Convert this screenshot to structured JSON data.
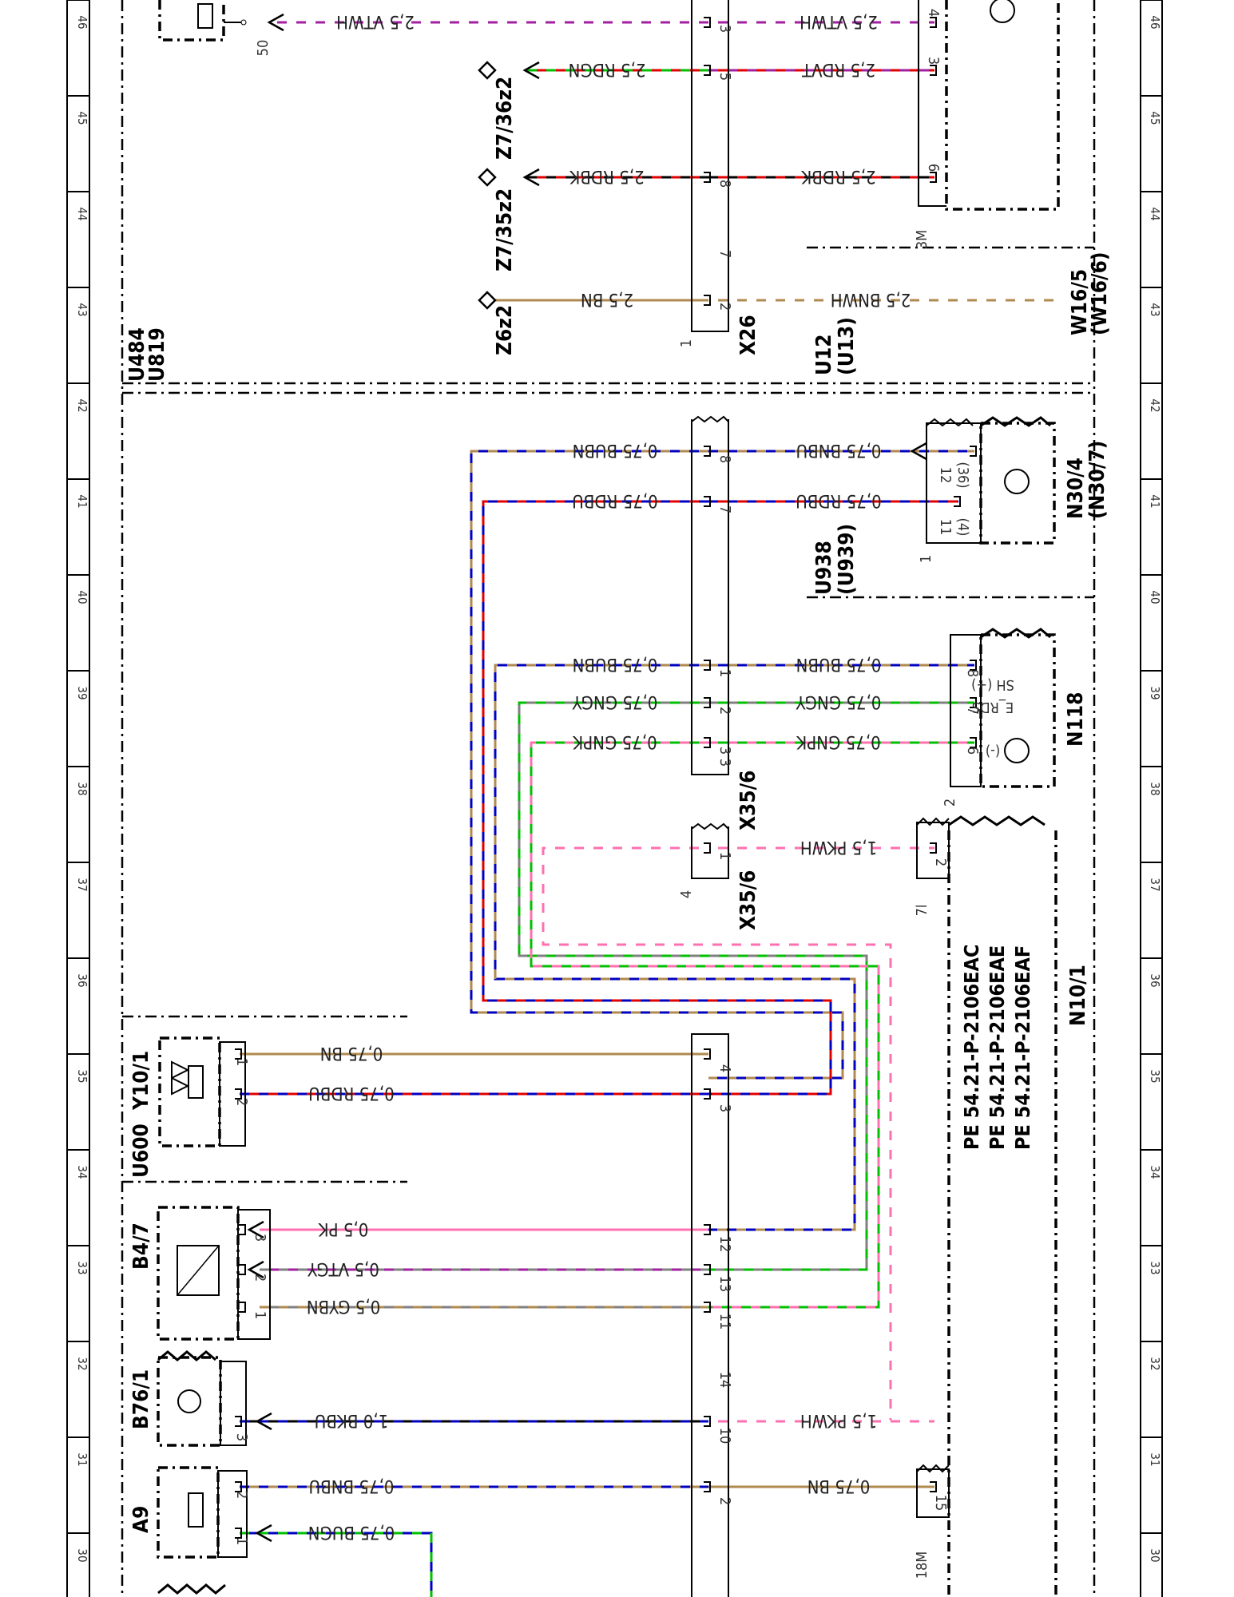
{
  "grid_numbers": [
    "46",
    "45",
    "44",
    "43",
    "42",
    "41",
    "40",
    "39",
    "38",
    "37",
    "36",
    "35",
    "34",
    "33",
    "32",
    "31",
    "30"
  ],
  "components": {
    "u484": "U484",
    "u819": "U819",
    "u12": "U12",
    "u13": "(U13)",
    "w16_5": "W16/5",
    "w16_6": "(W16/6)",
    "x26": "X26",
    "z6z2": "Z6z2",
    "z7_35z2": "Z7/35z2",
    "z7_36z2": "Z7/36z2",
    "u938": "U938",
    "u939": "(U939)",
    "n30_4": "N30/4",
    "n30_7": "(N30/7)",
    "n118": "N118",
    "x35_6_a": "X35/6",
    "x35_6_b": "X35/6",
    "n10_1": "N10/1",
    "u600": "U600",
    "y10_1": "Y10/1",
    "b4_7": "B4/7",
    "b76_1": "B76/1",
    "a9": "A9"
  },
  "pe_refs": [
    "PE 54.21-P-2106EAC",
    "PE 54.21-P-2106EAE",
    "PE 54.21-P-2106EAF"
  ],
  "pin_labels": {
    "n118_sh": "SH (+)",
    "n118_rds": "E_RDS",
    "n118_neg": "(-)",
    "n30_12": "12",
    "n30_36": "(36)",
    "n30_11": "11",
    "n30_4": "(4)",
    "code_50": "50",
    "code_3m": "3M",
    "code_7l": "7l",
    "code_18m": "18M",
    "num_1a": "1",
    "num_1b": "1",
    "num_2": "2",
    "num_4": "4"
  },
  "wires": [
    {
      "label": "2,5 VTWH",
      "colors": [
        "#a020a0",
        "#ffffff"
      ]
    },
    {
      "label": "2,5 VTWH",
      "colors": [
        "#a020a0",
        "#ffffff"
      ]
    },
    {
      "label": "2,5 RDGN",
      "colors": [
        "#e00000",
        "#00c000"
      ]
    },
    {
      "label": "2,5 RDVT",
      "colors": [
        "#e00000",
        "#a020a0"
      ]
    },
    {
      "label": "2,5 RDBK",
      "colors": [
        "#e00000",
        "#000000"
      ]
    },
    {
      "label": "2,5 RDBK",
      "colors": [
        "#e00000",
        "#000000"
      ]
    },
    {
      "label": "2,5 BN",
      "colors": [
        "#b08a50",
        "#b08a50"
      ]
    },
    {
      "label": "2,5 BNWH",
      "colors": [
        "#b08a50",
        "#ffffff"
      ]
    },
    {
      "label": "0,75 BUBN",
      "colors": [
        "#0000c0",
        "#b08a50"
      ]
    },
    {
      "label": "0,75 BNBU",
      "colors": [
        "#b08a50",
        "#0000c0"
      ]
    },
    {
      "label": "0,75 RDBU",
      "colors": [
        "#e00000",
        "#0000c0"
      ]
    },
    {
      "label": "0,75 RDBU",
      "colors": [
        "#e00000",
        "#0000c0"
      ]
    },
    {
      "label": "0,75 BUBN",
      "colors": [
        "#0000c0",
        "#b08a50"
      ]
    },
    {
      "label": "0,75 BUBN",
      "colors": [
        "#0000c0",
        "#b08a50"
      ]
    },
    {
      "label": "0,75 GNGY",
      "colors": [
        "#00c000",
        "#808080"
      ]
    },
    {
      "label": "0,75 GNGY",
      "colors": [
        "#00c000",
        "#808080"
      ]
    },
    {
      "label": "0,75 GNPK",
      "colors": [
        "#00c000",
        "#ff70b0"
      ]
    },
    {
      "label": "0,75 GNPK",
      "colors": [
        "#00c000",
        "#ff70b0"
      ]
    },
    {
      "label": "1,5 PKWH",
      "colors": [
        "#ff70b0",
        "#ffffff"
      ]
    },
    {
      "label": "0,75 BN",
      "colors": [
        "#b08a50",
        "#b08a50"
      ]
    },
    {
      "label": "0,75 RDBU",
      "colors": [
        "#e00000",
        "#0000c0"
      ]
    },
    {
      "label": "0,5 PK",
      "colors": [
        "#ff70b0",
        "#ff70b0"
      ]
    },
    {
      "label": "0,5 VTGY",
      "colors": [
        "#a020a0",
        "#808080"
      ]
    },
    {
      "label": "0,5 GYBN",
      "colors": [
        "#808080",
        "#b08a50"
      ]
    },
    {
      "label": "1,0 BKBU",
      "colors": [
        "#000000",
        "#0000c0"
      ]
    },
    {
      "label": "1,5 PKWH",
      "colors": [
        "#ff70b0",
        "#ffffff"
      ]
    },
    {
      "label": "0,75 BNBU",
      "colors": [
        "#b08a50",
        "#0000c0"
      ]
    },
    {
      "label": "0,75 BN",
      "colors": [
        "#b08a50",
        "#b08a50"
      ]
    },
    {
      "label": "0,75 BUGN",
      "colors": [
        "#0000c0",
        "#00c000"
      ]
    }
  ],
  "pins": {
    "x26": [
      "3",
      "5",
      "8",
      "7",
      "2"
    ],
    "u12": [
      "4",
      "3",
      "6"
    ],
    "x35_6": [
      "8",
      "7",
      "1",
      "2",
      "3",
      "3"
    ],
    "x35_6b": [
      "1"
    ],
    "n10_1": [
      "2",
      "15"
    ],
    "lower_conn": [
      "4",
      "3",
      "12",
      "13",
      "11",
      "14",
      "10",
      "2"
    ],
    "n118": [
      "8",
      "7",
      "6"
    ],
    "y10_1": [
      "1",
      "2"
    ],
    "b4_7": [
      "3",
      "2",
      "1"
    ],
    "b76_1": [
      "3"
    ],
    "a9": [
      "2",
      "1"
    ]
  }
}
